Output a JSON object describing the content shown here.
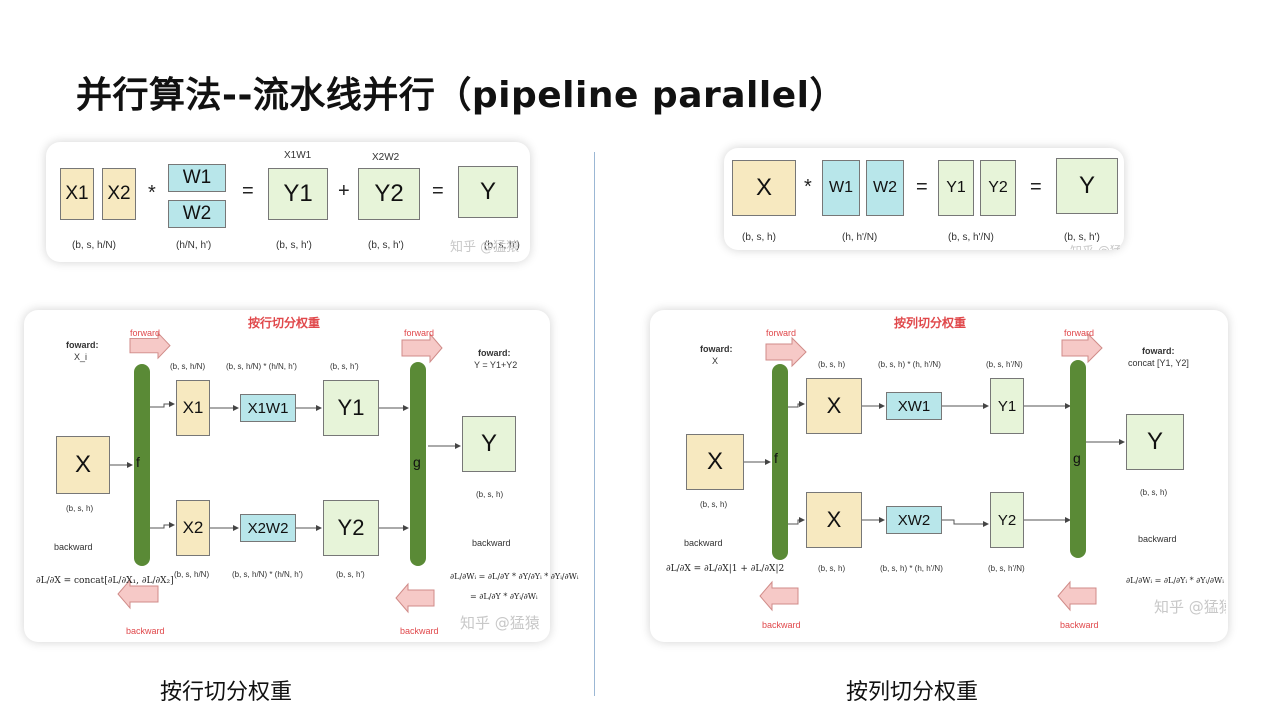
{
  "title": "并行算法--流水线并行（pipeline parallel）",
  "top_left": {
    "boxes": [
      "X1",
      "X2",
      "W1",
      "W2",
      "Y1",
      "Y2",
      "Y"
    ],
    "top_labels": [
      "X1W1",
      "X2W2"
    ],
    "ops": [
      "*",
      "=",
      "+",
      "="
    ],
    "dims": [
      "(b, s, h/N)",
      "(h/N, h')",
      "(b, s, h')",
      "(b, s, h')",
      "(b, s, h')"
    ],
    "watermark": "知乎 @猛猿"
  },
  "top_right": {
    "boxes": [
      "X",
      "W1",
      "W2",
      "Y1",
      "Y2",
      "Y"
    ],
    "ops": [
      "*",
      "=",
      "="
    ],
    "dims": [
      "(b, s, h)",
      "(h, h'/N)",
      "(b, s,  h'/N)",
      "(b, s, h')"
    ],
    "watermark": "知乎 @猛猿"
  },
  "left_diagram": {
    "heading": "按行切分权重",
    "forward": "forward",
    "backward": "backward",
    "foward_left": [
      "foward:",
      "X_i"
    ],
    "foward_right": [
      "foward:",
      "Y = Y1+Y2"
    ],
    "x_label": "X",
    "x_dim": "(b, s, h)",
    "f_label": "f",
    "g_label": "g",
    "row1": [
      "X1",
      "X1W1",
      "Y1"
    ],
    "row2": [
      "X2",
      "X2W2",
      "Y2"
    ],
    "row1_dims": [
      "(b, s, h/N)",
      "(b, s, h/N) * (h/N, h')",
      "(b, s, h')"
    ],
    "row2_dims": [
      "(b, s, h/N)",
      "(b, s, h/N) * (h/N, h')",
      "(b, s, h')"
    ],
    "y_label": "Y",
    "y_dim": "(b, s, h)",
    "backward_label_left": "backward",
    "backward_label_right": "backward",
    "formula_left": "∂L/∂X = concat[∂L/∂X₁, ∂L/∂X₂]",
    "formula_right_1": "∂L/∂Wᵢ = ∂L/∂Y * ∂Y/∂Yᵢ * ∂Yᵢ/∂Wᵢ",
    "formula_right_2": "= ∂L/∂Y * ∂Yᵢ/∂Wᵢ",
    "watermark": "知乎 @猛猿",
    "caption": "按行切分权重"
  },
  "right_diagram": {
    "heading": "按列切分权重",
    "forward": "forward",
    "backward": "backward",
    "foward_left": [
      "foward:",
      "X"
    ],
    "foward_right": [
      "foward:",
      "concat [Y1, Y2]"
    ],
    "x_label": "X",
    "x_dim": "(b, s, h)",
    "f_label": "f",
    "g_label": "g",
    "row1": [
      "X",
      "XW1",
      "Y1"
    ],
    "row2": [
      "X",
      "XW2",
      "Y2"
    ],
    "row1_dims": [
      "(b, s, h)",
      "(b, s, h) * (h, h'/N)",
      "(b, s,  h'/N)"
    ],
    "row2_dims": [
      "(b, s, h)",
      "(b, s, h) * (h, h'/N)",
      "(b, s,  h'/N)"
    ],
    "y_label": "Y",
    "y_dim": "(b, s, h)",
    "backward_label_left": "backward",
    "backward_label_right": "backward",
    "formula_left": "∂L/∂X = ∂L/∂X|1 + ∂L/∂X|2",
    "formula_right_1": "∂L/∂Wᵢ = ∂L/∂Yᵢ * ∂Yᵢ/∂Wᵢ",
    "watermark": "知乎 @猛猿",
    "caption": "按列切分权重"
  }
}
